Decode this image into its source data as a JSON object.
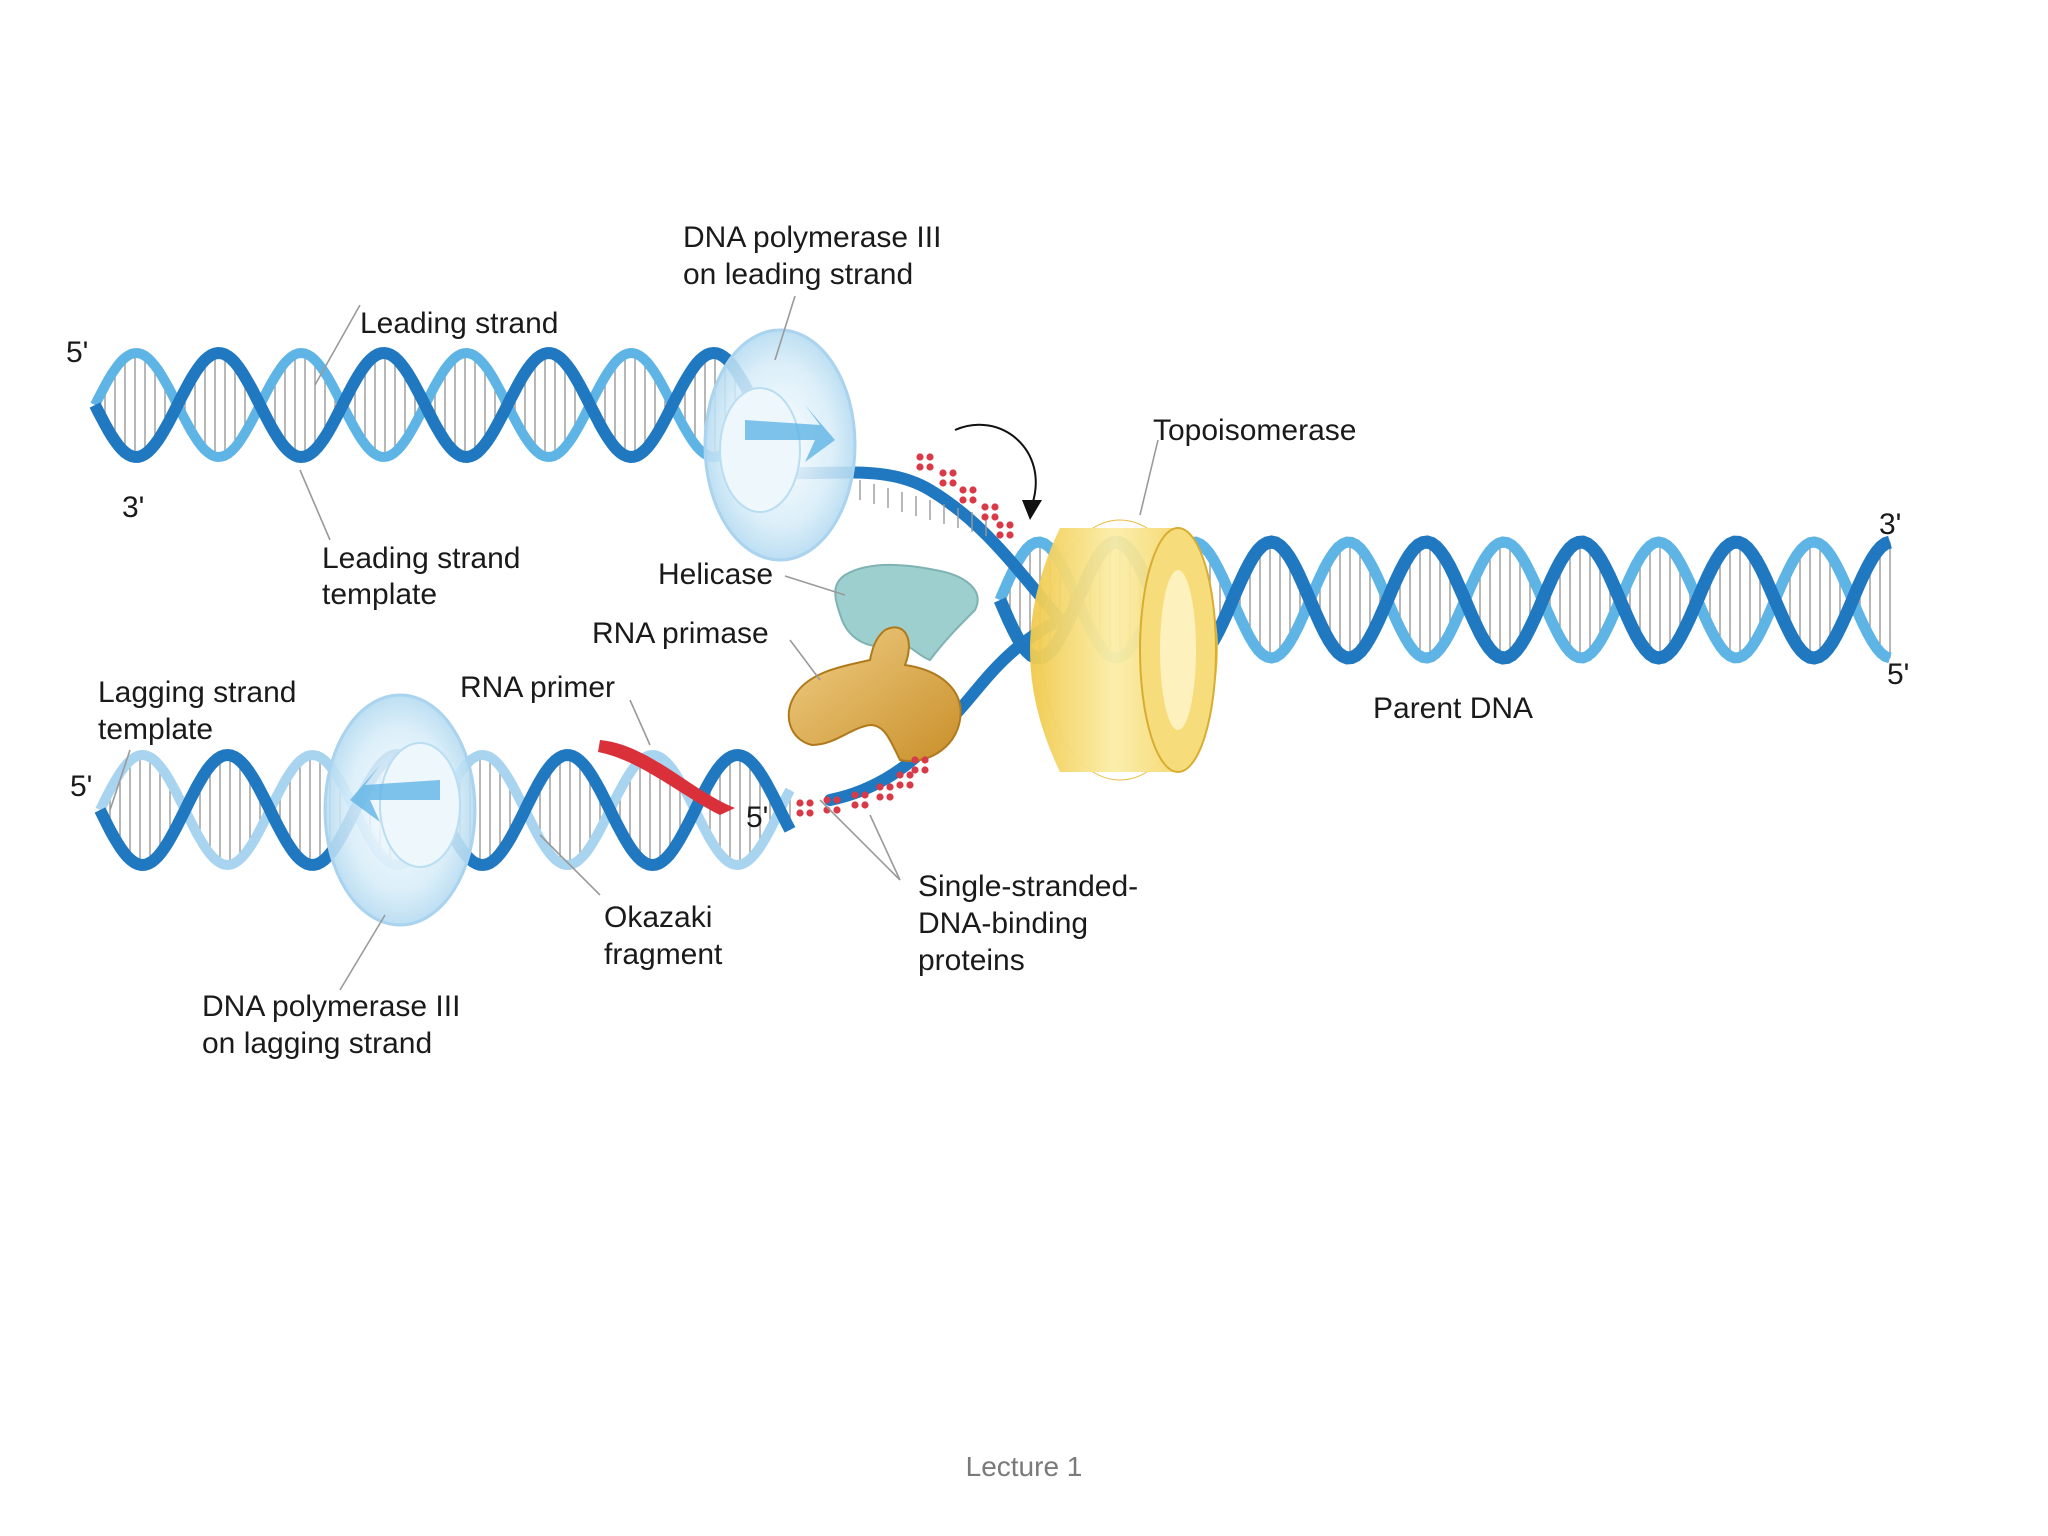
{
  "slide": {
    "footer": "Lecture 1"
  },
  "labels": {
    "dna_pol_leading": [
      "DNA polymerase III",
      "on leading strand"
    ],
    "leading_strand": "Leading strand",
    "leading_template": [
      "Leading strand",
      "template"
    ],
    "topoisomerase": "Topoisomerase",
    "helicase": "Helicase",
    "rna_primase": "RNA primase",
    "rna_primer": "RNA primer",
    "lagging_template": [
      "Lagging strand",
      "template"
    ],
    "parent_dna": "Parent DNA",
    "okazaki": [
      "Okazaki",
      "fragment"
    ],
    "ssb": [
      "Single-stranded-",
      "DNA-binding",
      "proteins"
    ],
    "dna_pol_lagging": [
      "DNA polymerase III",
      "on lagging strand"
    ]
  },
  "ends": {
    "top_left_5": "5'",
    "top_left_3": "3'",
    "right_3": "3'",
    "right_5": "5'",
    "lag_left_5": "5'",
    "lag_primer_5": "5'"
  },
  "colors": {
    "strand_dark": "#1f78c0",
    "strand_light": "#5fb4e6",
    "strand_pale": "#a8d4f0",
    "rna_primer": "#d9303a",
    "topoisomerase": "#f3d76a",
    "helicase": "#9dcfcf",
    "primase": "#d9a948",
    "ssb": "#d93a48",
    "polymerase": "#dbeef8"
  }
}
